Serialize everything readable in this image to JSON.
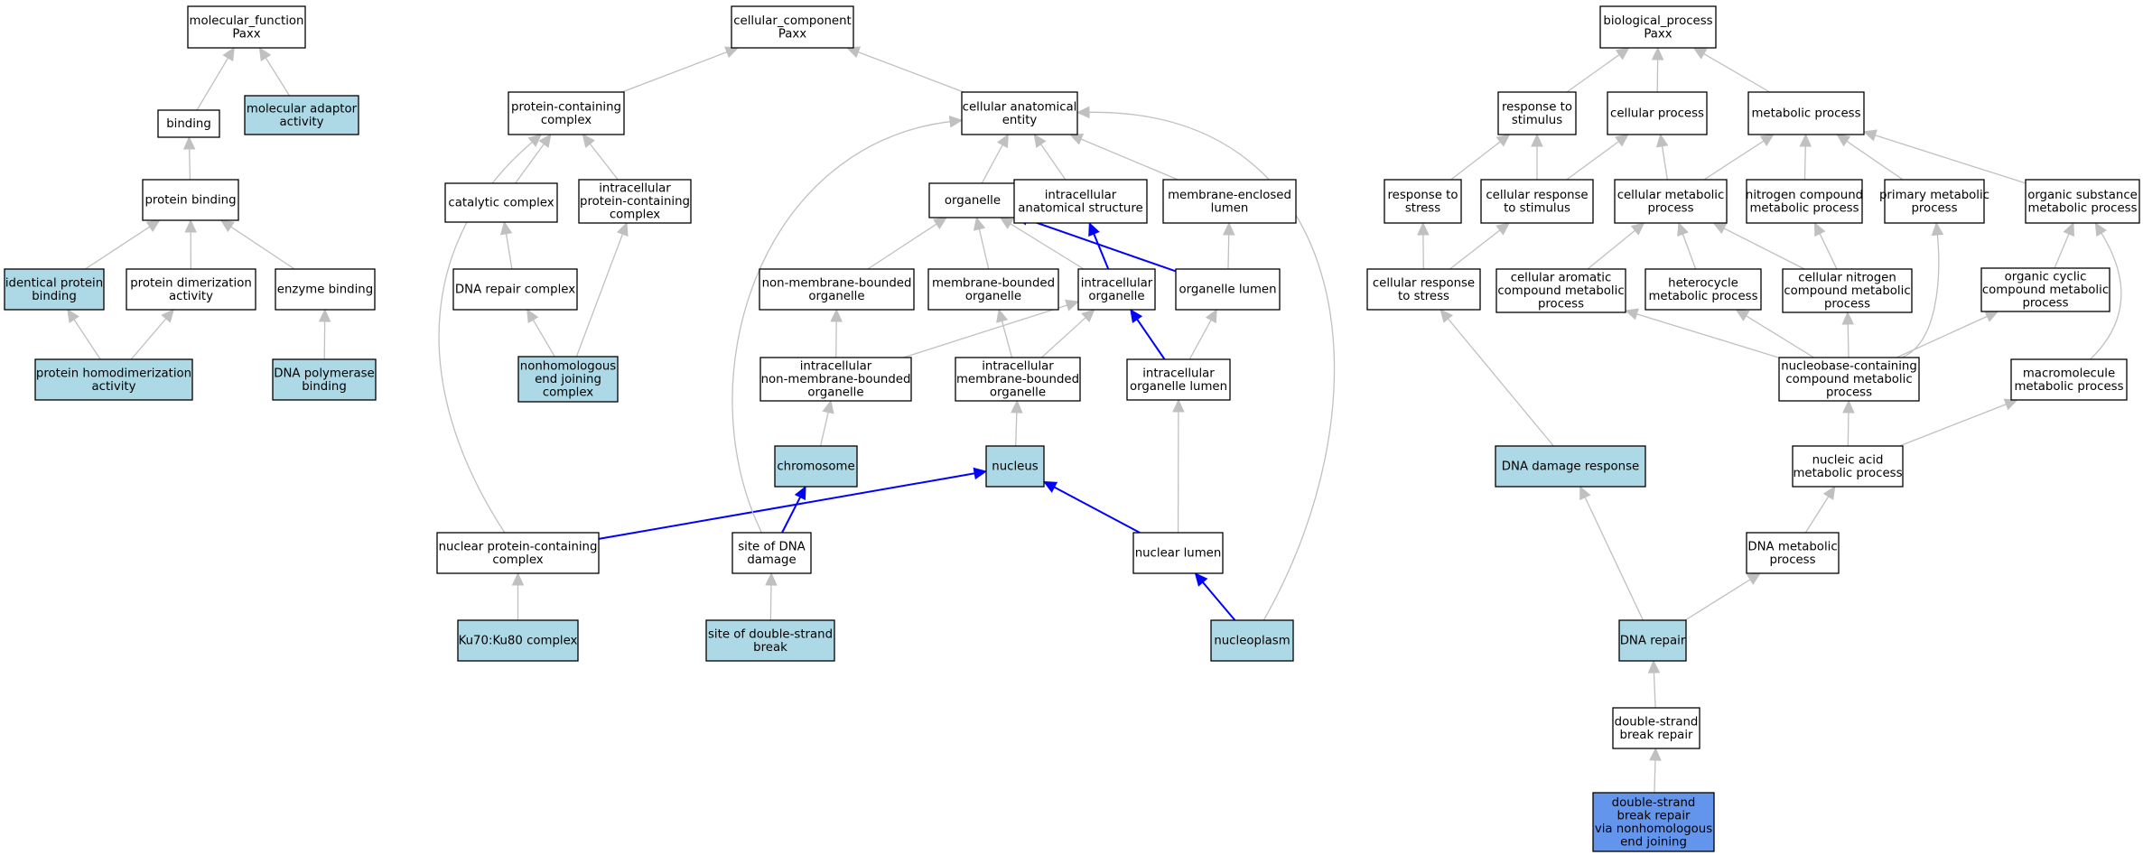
{
  "colors": {
    "plain": "#ffffff",
    "annotated": "#add8e6",
    "query": "#6495ed",
    "edge": "#c0c0c0",
    "path": "#0000ff"
  },
  "nodes": [
    {
      "id": "mf",
      "lines": [
        "molecular_function",
        "Paxx"
      ],
      "fill": "plain"
    },
    {
      "id": "binding",
      "lines": [
        "binding"
      ],
      "fill": "plain"
    },
    {
      "id": "mol_adaptor",
      "lines": [
        "molecular adaptor",
        "activity"
      ],
      "fill": "annotated"
    },
    {
      "id": "protein_binding",
      "lines": [
        "protein binding"
      ],
      "fill": "plain"
    },
    {
      "id": "identical_pb",
      "lines": [
        "identical protein",
        "binding"
      ],
      "fill": "annotated"
    },
    {
      "id": "prot_dimer",
      "lines": [
        "protein dimerization",
        "activity"
      ],
      "fill": "plain"
    },
    {
      "id": "enzyme_binding",
      "lines": [
        "enzyme binding"
      ],
      "fill": "plain"
    },
    {
      "id": "prot_homodimer",
      "lines": [
        "protein homodimerization",
        "activity"
      ],
      "fill": "annotated"
    },
    {
      "id": "dna_pol_binding",
      "lines": [
        "DNA polymerase",
        "binding"
      ],
      "fill": "annotated"
    },
    {
      "id": "cc",
      "lines": [
        "cellular_component",
        "Paxx"
      ],
      "fill": "plain"
    },
    {
      "id": "prot_complex",
      "lines": [
        "protein-containing",
        "complex"
      ],
      "fill": "plain"
    },
    {
      "id": "cae",
      "lines": [
        "cellular anatomical",
        "entity"
      ],
      "fill": "plain"
    },
    {
      "id": "catalytic",
      "lines": [
        "catalytic complex"
      ],
      "fill": "plain"
    },
    {
      "id": "ic_prot_complex",
      "lines": [
        "intracellular",
        "protein-containing",
        "complex"
      ],
      "fill": "plain"
    },
    {
      "id": "organelle",
      "lines": [
        "organelle"
      ],
      "fill": "plain"
    },
    {
      "id": "ic_anat",
      "lines": [
        "intracellular",
        "anatomical structure"
      ],
      "fill": "plain"
    },
    {
      "id": "mem_lumen",
      "lines": [
        "membrane-enclosed",
        "lumen"
      ],
      "fill": "plain"
    },
    {
      "id": "dna_repair_cx",
      "lines": [
        "DNA repair complex"
      ],
      "fill": "plain"
    },
    {
      "id": "nmb_org",
      "lines": [
        "non-membrane-bounded",
        "organelle"
      ],
      "fill": "plain"
    },
    {
      "id": "mb_org",
      "lines": [
        "membrane-bounded",
        "organelle"
      ],
      "fill": "plain"
    },
    {
      "id": "ic_org",
      "lines": [
        "intracellular",
        "organelle"
      ],
      "fill": "plain"
    },
    {
      "id": "org_lumen",
      "lines": [
        "organelle lumen"
      ],
      "fill": "plain"
    },
    {
      "id": "nhej_cx",
      "lines": [
        "nonhomologous",
        "end joining",
        "complex"
      ],
      "fill": "annotated"
    },
    {
      "id": "ic_nmb_org",
      "lines": [
        "intracellular",
        "non-membrane-bounded",
        "organelle"
      ],
      "fill": "plain"
    },
    {
      "id": "ic_mb_org",
      "lines": [
        "intracellular",
        "membrane-bounded",
        "organelle"
      ],
      "fill": "plain"
    },
    {
      "id": "ic_org_lumen",
      "lines": [
        "intracellular",
        "organelle lumen"
      ],
      "fill": "plain"
    },
    {
      "id": "chromosome",
      "lines": [
        "chromosome"
      ],
      "fill": "annotated"
    },
    {
      "id": "nucleus",
      "lines": [
        "nucleus"
      ],
      "fill": "annotated"
    },
    {
      "id": "nuc_prot_cx",
      "lines": [
        "nuclear protein-containing",
        "complex"
      ],
      "fill": "plain"
    },
    {
      "id": "dna_damage_site",
      "lines": [
        "site of DNA",
        "damage"
      ],
      "fill": "plain"
    },
    {
      "id": "nuc_lumen",
      "lines": [
        "nuclear lumen"
      ],
      "fill": "plain"
    },
    {
      "id": "ku",
      "lines": [
        "Ku70:Ku80 complex"
      ],
      "fill": "annotated"
    },
    {
      "id": "dsb_site",
      "lines": [
        "site of double-strand",
        "break"
      ],
      "fill": "annotated"
    },
    {
      "id": "nucleoplasm",
      "lines": [
        "nucleoplasm"
      ],
      "fill": "annotated"
    },
    {
      "id": "bp",
      "lines": [
        "biological_process",
        "Paxx"
      ],
      "fill": "plain"
    },
    {
      "id": "resp_stim",
      "lines": [
        "response to",
        "stimulus"
      ],
      "fill": "plain"
    },
    {
      "id": "cell_proc",
      "lines": [
        "cellular process"
      ],
      "fill": "plain"
    },
    {
      "id": "met_proc",
      "lines": [
        "metabolic process"
      ],
      "fill": "plain"
    },
    {
      "id": "resp_stress",
      "lines": [
        "response to",
        "stress"
      ],
      "fill": "plain"
    },
    {
      "id": "cell_resp_stim",
      "lines": [
        "cellular response",
        "to stimulus"
      ],
      "fill": "plain"
    },
    {
      "id": "cell_met",
      "lines": [
        "cellular metabolic",
        "process"
      ],
      "fill": "plain"
    },
    {
      "id": "nitro_met",
      "lines": [
        "nitrogen compound",
        "metabolic process"
      ],
      "fill": "plain"
    },
    {
      "id": "prim_met",
      "lines": [
        "primary metabolic",
        "process"
      ],
      "fill": "plain"
    },
    {
      "id": "org_sub_met",
      "lines": [
        "organic substance",
        "metabolic process"
      ],
      "fill": "plain"
    },
    {
      "id": "cell_resp_stress",
      "lines": [
        "cellular response",
        "to stress"
      ],
      "fill": "plain"
    },
    {
      "id": "cell_arom",
      "lines": [
        "cellular aromatic",
        "compound metabolic",
        "process"
      ],
      "fill": "plain"
    },
    {
      "id": "hetero",
      "lines": [
        "heterocycle",
        "metabolic process"
      ],
      "fill": "plain"
    },
    {
      "id": "cell_nitro",
      "lines": [
        "cellular nitrogen",
        "compound metabolic",
        "process"
      ],
      "fill": "plain"
    },
    {
      "id": "org_cyclic",
      "lines": [
        "organic cyclic",
        "compound metabolic",
        "process"
      ],
      "fill": "plain"
    },
    {
      "id": "nucleobase",
      "lines": [
        "nucleobase-containing",
        "compound metabolic",
        "process"
      ],
      "fill": "plain"
    },
    {
      "id": "macromol",
      "lines": [
        "macromolecule",
        "metabolic process"
      ],
      "fill": "plain"
    },
    {
      "id": "dna_dmg_resp",
      "lines": [
        "DNA damage response"
      ],
      "fill": "annotated"
    },
    {
      "id": "nuc_acid",
      "lines": [
        "nucleic acid",
        "metabolic process"
      ],
      "fill": "plain"
    },
    {
      "id": "dna_met",
      "lines": [
        "DNA metabolic",
        "process"
      ],
      "fill": "plain"
    },
    {
      "id": "dna_repair",
      "lines": [
        "DNA repair"
      ],
      "fill": "annotated"
    },
    {
      "id": "dsb_repair",
      "lines": [
        "double-strand",
        "break repair"
      ],
      "fill": "plain"
    },
    {
      "id": "nhej",
      "lines": [
        "double-strand",
        "break repair",
        "via nonhomologous",
        "end joining"
      ],
      "fill": "query"
    }
  ],
  "edges": [
    {
      "from": "binding",
      "to": "mf"
    },
    {
      "from": "mol_adaptor",
      "to": "mf"
    },
    {
      "from": "protein_binding",
      "to": "binding"
    },
    {
      "from": "identical_pb",
      "to": "protein_binding"
    },
    {
      "from": "prot_dimer",
      "to": "protein_binding"
    },
    {
      "from": "enzyme_binding",
      "to": "protein_binding"
    },
    {
      "from": "prot_homodimer",
      "to": "identical_pb"
    },
    {
      "from": "prot_homodimer",
      "to": "prot_dimer"
    },
    {
      "from": "dna_pol_binding",
      "to": "enzyme_binding"
    },
    {
      "from": "prot_complex",
      "to": "cc"
    },
    {
      "from": "cae",
      "to": "cc"
    },
    {
      "from": "catalytic",
      "to": "prot_complex"
    },
    {
      "from": "ic_prot_complex",
      "to": "prot_complex"
    },
    {
      "from": "organelle",
      "to": "cae"
    },
    {
      "from": "ic_anat",
      "to": "cae"
    },
    {
      "from": "mem_lumen",
      "to": "cae"
    },
    {
      "from": "dna_repair_cx",
      "to": "catalytic"
    },
    {
      "from": "nhej_cx",
      "to": "dna_repair_cx"
    },
    {
      "from": "nhej_cx",
      "to": "ic_prot_complex"
    },
    {
      "from": "nmb_org",
      "to": "organelle"
    },
    {
      "from": "mb_org",
      "to": "organelle"
    },
    {
      "from": "ic_org",
      "to": "organelle"
    },
    {
      "from": "org_lumen",
      "to": "organelle",
      "path": true
    },
    {
      "from": "ic_org",
      "to": "ic_anat",
      "path": true
    },
    {
      "from": "org_lumen",
      "to": "mem_lumen"
    },
    {
      "from": "ic_nmb_org",
      "to": "nmb_org"
    },
    {
      "from": "ic_nmb_org",
      "to": "ic_org"
    },
    {
      "from": "ic_mb_org",
      "to": "mb_org"
    },
    {
      "from": "ic_mb_org",
      "to": "ic_org"
    },
    {
      "from": "ic_org_lumen",
      "to": "ic_org",
      "path": true
    },
    {
      "from": "ic_org_lumen",
      "to": "org_lumen"
    },
    {
      "from": "chromosome",
      "to": "ic_nmb_org"
    },
    {
      "from": "nucleus",
      "to": "ic_mb_org"
    },
    {
      "from": "nuc_lumen",
      "to": "ic_org_lumen"
    },
    {
      "from": "nuc_lumen",
      "to": "nucleus",
      "path": true
    },
    {
      "from": "nuc_prot_cx",
      "to": "nucleus",
      "path": true
    },
    {
      "from": "nuc_prot_cx",
      "to": "prot_complex",
      "curve": true
    },
    {
      "from": "dna_damage_site",
      "to": "chromosome",
      "path": true
    },
    {
      "from": "dna_damage_site",
      "to": "cae",
      "curve": true
    },
    {
      "from": "nucleoplasm",
      "to": "nuc_lumen",
      "path": true
    },
    {
      "from": "nucleoplasm",
      "to": "cae",
      "curve": true
    },
    {
      "from": "ku",
      "to": "nuc_prot_cx"
    },
    {
      "from": "dsb_site",
      "to": "dna_damage_site"
    },
    {
      "from": "resp_stim",
      "to": "bp"
    },
    {
      "from": "cell_proc",
      "to": "bp"
    },
    {
      "from": "met_proc",
      "to": "bp"
    },
    {
      "from": "resp_stress",
      "to": "resp_stim"
    },
    {
      "from": "cell_resp_stim",
      "to": "resp_stim"
    },
    {
      "from": "cell_resp_stim",
      "to": "cell_proc"
    },
    {
      "from": "cell_met",
      "to": "cell_proc"
    },
    {
      "from": "cell_met",
      "to": "met_proc"
    },
    {
      "from": "nitro_met",
      "to": "met_proc"
    },
    {
      "from": "prim_met",
      "to": "met_proc"
    },
    {
      "from": "org_sub_met",
      "to": "met_proc"
    },
    {
      "from": "cell_resp_stress",
      "to": "resp_stress"
    },
    {
      "from": "cell_resp_stress",
      "to": "cell_resp_stim"
    },
    {
      "from": "cell_arom",
      "to": "cell_met"
    },
    {
      "from": "hetero",
      "to": "cell_met"
    },
    {
      "from": "cell_nitro",
      "to": "cell_met"
    },
    {
      "from": "cell_nitro",
      "to": "nitro_met"
    },
    {
      "from": "org_cyclic",
      "to": "org_sub_met"
    },
    {
      "from": "nucleobase",
      "to": "cell_arom"
    },
    {
      "from": "nucleobase",
      "to": "hetero"
    },
    {
      "from": "nucleobase",
      "to": "cell_nitro"
    },
    {
      "from": "nucleobase",
      "to": "org_cyclic"
    },
    {
      "from": "nucleobase",
      "to": "prim_met",
      "curve": true
    },
    {
      "from": "macromol",
      "to": "org_sub_met",
      "curve": true
    },
    {
      "from": "dna_dmg_resp",
      "to": "cell_resp_stress"
    },
    {
      "from": "nuc_acid",
      "to": "nucleobase"
    },
    {
      "from": "nuc_acid",
      "to": "macromol"
    },
    {
      "from": "dna_met",
      "to": "nuc_acid"
    },
    {
      "from": "dna_repair",
      "to": "dna_dmg_resp"
    },
    {
      "from": "dna_repair",
      "to": "dna_met"
    },
    {
      "from": "dsb_repair",
      "to": "dna_repair"
    },
    {
      "from": "nhej",
      "to": "dsb_repair"
    }
  ]
}
